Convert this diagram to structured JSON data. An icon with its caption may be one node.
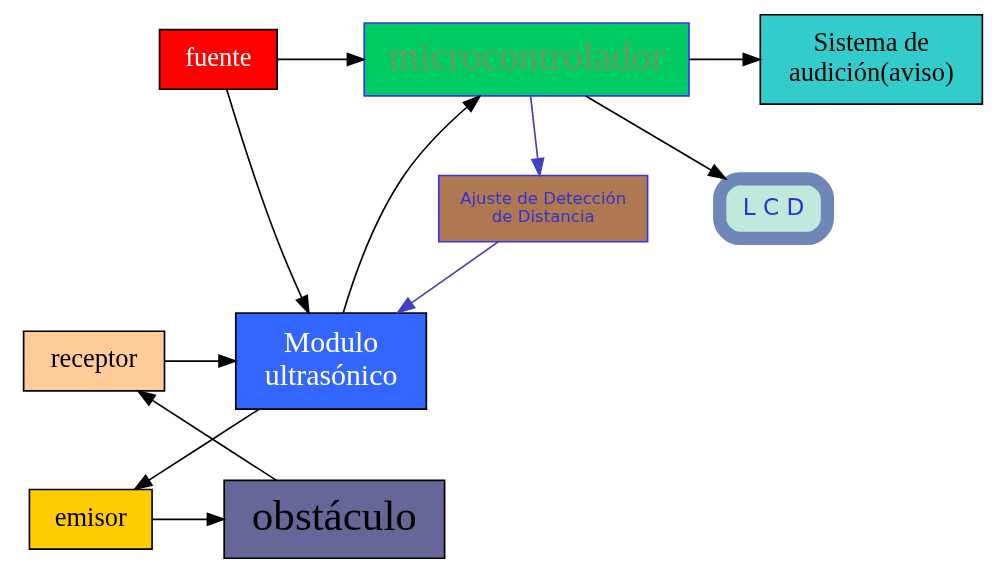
{
  "diagram": {
    "nodes": [
      {
        "text": [
          "fuente"
        ]
      },
      {
        "text": [
          "microcontrolador"
        ]
      },
      {
        "text": [
          "Sistema de audición(aviso)"
        ]
      },
      {
        "text": [
          "Ajuste de Detección de Distancia"
        ]
      },
      {
        "text": [
          "L C D"
        ]
      },
      {
        "text": [
          "emisor"
        ]
      },
      {
        "text": [
          "obstáculo"
        ]
      },
      {
        "text": [
          "Modulo ultrasónico"
        ]
      },
      {
        "text": [
          "receptor"
        ]
      }
    ],
    "edges": [
      {
        "from": 0,
        "to": 1,
        "arrow": "to"
      },
      {
        "from": 0,
        "to": 7,
        "arrow": "to"
      },
      {
        "from": 1,
        "to": 4,
        "arrow": "to"
      },
      {
        "from": 1,
        "to": 2,
        "arrow": "to"
      },
      {
        "from": 1,
        "to": 3,
        "arrow": "to",
        "color": "#4040c0"
      },
      {
        "from": 3,
        "to": 7,
        "arrow": "to",
        "color": "#4040c0"
      },
      {
        "from": 7,
        "to": 1,
        "arrow": "to"
      },
      {
        "from": 7,
        "to": 5,
        "arrow": "to"
      },
      {
        "from": 5,
        "to": 6,
        "arrow": "to"
      },
      {
        "from": 6,
        "to": 8,
        "arrow": "to"
      },
      {
        "from": 8,
        "to": 7,
        "arrow": "to"
      }
    ]
  }
}
